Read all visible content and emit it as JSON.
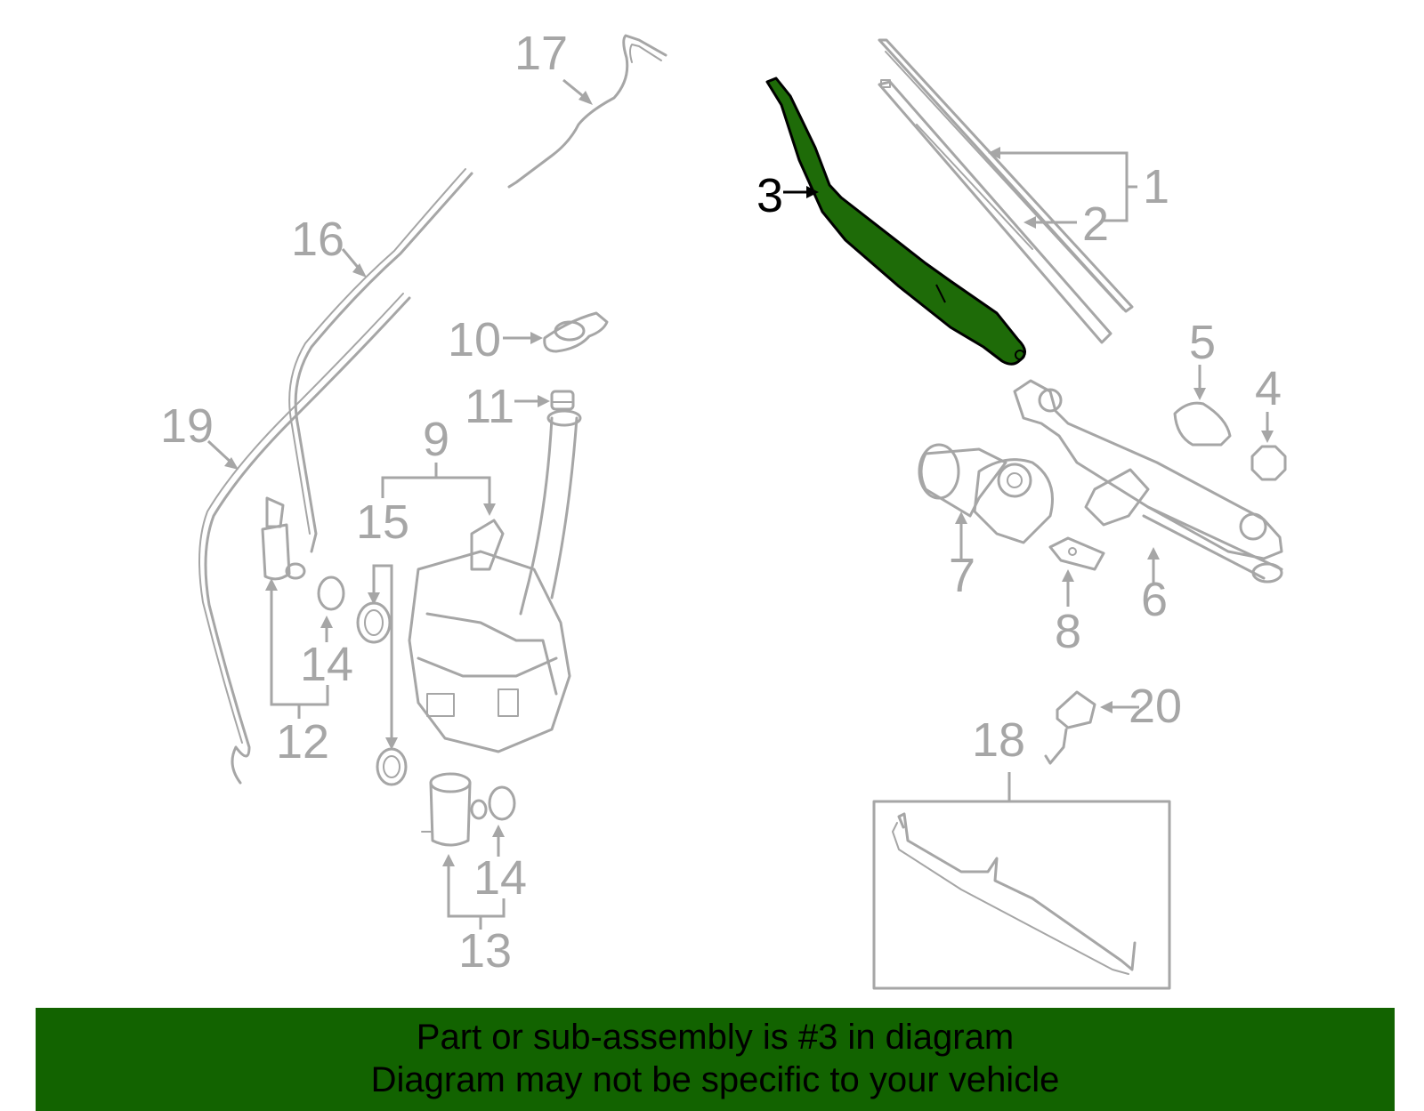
{
  "diagram": {
    "highlight_color": "#1e6b08",
    "part_color": "#a6a6a6",
    "highlighted_part": "3",
    "callouts": {
      "c1": "1",
      "c2": "2",
      "c3": "3",
      "c4": "4",
      "c5": "5",
      "c6": "6",
      "c7": "7",
      "c8": "8",
      "c9": "9",
      "c10": "10",
      "c11": "11",
      "c12": "12",
      "c13": "13",
      "c14a": "14",
      "c14b": "14",
      "c15": "15",
      "c16": "16",
      "c17": "17",
      "c18": "18",
      "c19": "19",
      "c20": "20"
    }
  },
  "banner": {
    "background": "#126300",
    "line1": "Part or sub-assembly is #3 in diagram",
    "line2": "Diagram may not be specific to your vehicle"
  }
}
